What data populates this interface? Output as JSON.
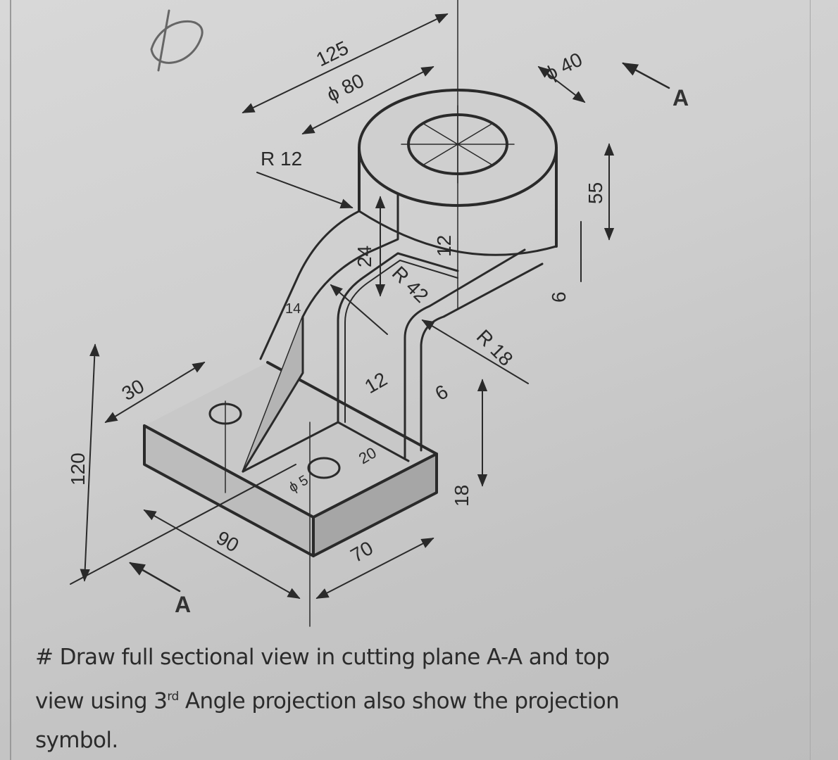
{
  "instruction": {
    "line1": "# Draw full sectional view in cutting plane A-A and top",
    "line2_pre": "view using 3",
    "line2_sup": "rd",
    "line2_post": " Angle projection also show the projection",
    "line3": "symbol."
  },
  "section_labels": {
    "top_right": "A",
    "bottom_left": "A"
  },
  "dimensions": {
    "overall_length": "125",
    "cylinder_diameter": "ϕ 80",
    "bore_diameter": "ϕ 40",
    "fillet_r12": "R 12",
    "cylinder_height": "55",
    "cylinder_offset": "6",
    "arm_width": "24",
    "inner_radius": "R 42",
    "rib_12_top": "12",
    "outer_radius": "R 18",
    "rib_thickness": "12",
    "rib_gap": "6",
    "arm_thickness": "14",
    "base_step": "30",
    "overall_height": "120",
    "base_width": "90",
    "base_depth": "70",
    "base_height": "18",
    "hole_offset": "20",
    "hole_diameter": "ϕ 5"
  },
  "colors": {
    "line": "#2a2a2a",
    "paper": "#d0d0d0",
    "shade": "#9c9c9c"
  }
}
